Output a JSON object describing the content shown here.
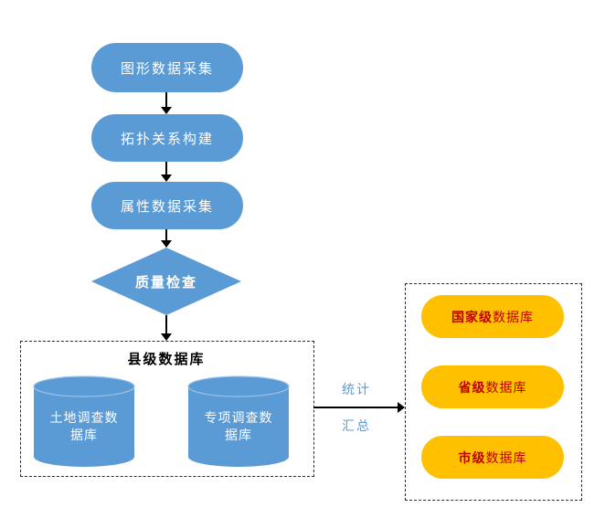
{
  "colors": {
    "process_blue": "#5B9BD5",
    "pill_orange": "#FFC000",
    "pill_text_red": "#C00000",
    "arrow_black": "#000000",
    "flow_label_blue": "#5B9BD5"
  },
  "steps": [
    {
      "label": "图形数据采集"
    },
    {
      "label": "拓扑关系构建"
    },
    {
      "label": "属性数据采集"
    }
  ],
  "decision": {
    "label": "质量检查"
  },
  "county": {
    "title": "县级数据库",
    "databases": [
      {
        "label": "土地调查数据库"
      },
      {
        "label": "专项调查数据库"
      }
    ]
  },
  "transfer": {
    "label_top": "统计",
    "label_bottom": "汇总"
  },
  "levels": [
    {
      "strong": "国家级",
      "rest": " 数据库"
    },
    {
      "strong": "省级",
      "rest": " 数据库"
    },
    {
      "strong": "市级",
      "rest": " 数据库"
    }
  ]
}
